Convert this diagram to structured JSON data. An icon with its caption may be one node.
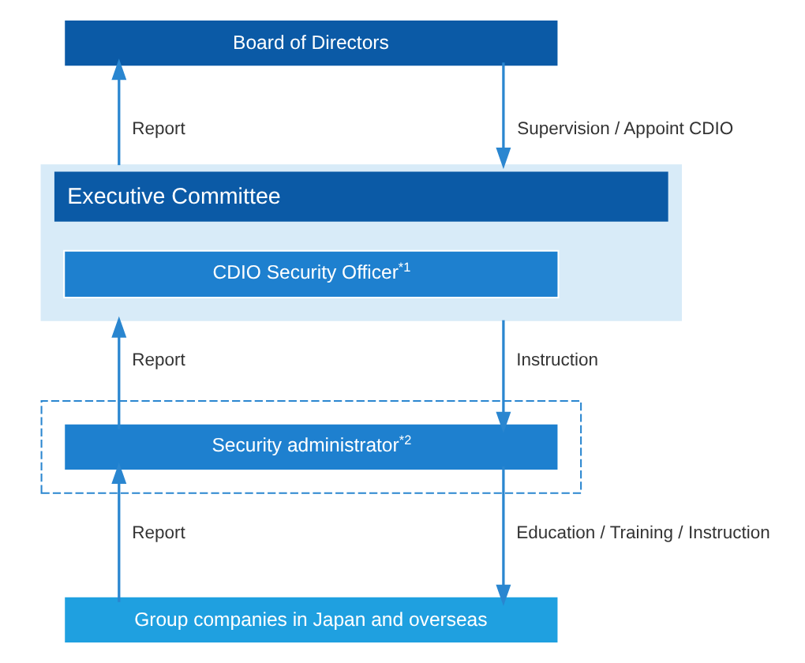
{
  "diagram": {
    "nodes": [
      {
        "text": [
          "Board of Directors"
        ]
      },
      {
        "text": [
          "Executive Committee"
        ]
      },
      {
        "text": [
          "CDIO Security Officer$^{*1}$"
        ],
        "in": 1
      },
      {
        "text": [],
        "shape": "box"
      },
      {
        "text": [
          "Security administrator$^{*2}$"
        ],
        "in": 3
      },
      {
        "text": [
          "Group companies in Japan and overseas"
        ]
      }
    ],
    "edges": [
      {
        "from": 1,
        "to": 0,
        "arrow": "to",
        "label": "Report"
      },
      {
        "from": 0,
        "to": 1,
        "arrow": "to",
        "label": "Supervision / Appoint CDIO"
      },
      {
        "from": 4,
        "to": 1,
        "arrow": "to",
        "label": "Report"
      },
      {
        "from": 1,
        "to": 4,
        "arrow": "to",
        "label": "Instruction"
      },
      {
        "from": 5,
        "to": 4,
        "arrow": "to",
        "label": "Report"
      },
      {
        "from": 4,
        "to": 5,
        "arrow": "to",
        "label": "Education / Training / Instruction"
      }
    ]
  }
}
